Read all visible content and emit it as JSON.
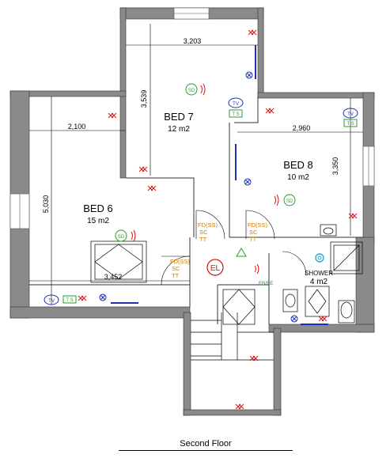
{
  "floor_title": "Second Floor",
  "rooms": [
    {
      "id": "bed7",
      "name": "BED 7",
      "area": "12 m2"
    },
    {
      "id": "bed8",
      "name": "BED 8",
      "area": "10 m2"
    },
    {
      "id": "bed6",
      "name": "BED 6",
      "area": "15 m2"
    },
    {
      "id": "shower",
      "name": "SHOWER",
      "area": "4 m2"
    }
  ],
  "dimensions": {
    "bed7_width": "3,203",
    "bed7_height": "3,539",
    "bed8_width": "2,960",
    "bed8_height": "3,350",
    "bed6_width_top": "2,100",
    "bed6_width_bottom": "3,452",
    "bed6_height": "5,030"
  },
  "symbols": {
    "smoke_detector": "SD",
    "tv": "TV",
    "ts": "T S",
    "emergency_light": "EL",
    "fire_door_label": "FD(SS)",
    "sc": "SC",
    "tt": "TT",
    "fb_fe": "FB/FE"
  },
  "colors": {
    "wall": "#8a8a8a",
    "smoke": "#2a9d2a",
    "alarm": "#d11",
    "fire": "#d07a00",
    "blue": "#1c2fb0",
    "cyan": "#2aa8d8"
  }
}
